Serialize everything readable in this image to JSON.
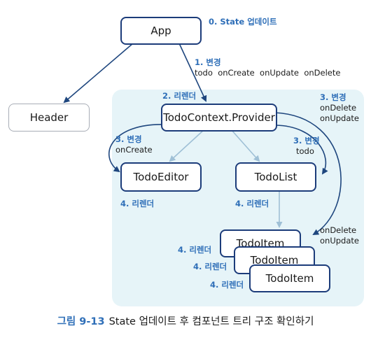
{
  "colors": {
    "border_main": "#1c3c7a",
    "border_soft": "#a8adb6",
    "arrow_dark": "#1e467e",
    "arrow_light": "#9fc0d6",
    "step_text": "#2f6fb8",
    "panel_bg": "#e6f4f8"
  },
  "nodes": {
    "app": "App",
    "header": "Header",
    "provider": "TodoContext.Provider",
    "editor": "TodoEditor",
    "list": "TodoList",
    "item1": "TodoItem",
    "item2": "TodoItem",
    "item3": "TodoItem"
  },
  "labels": {
    "state_update": "0. State 업데이트",
    "change1": "1. 변경",
    "change1_values": "todo  onCreate  onUpdate  onDelete",
    "rerender2": "2. 리렌더",
    "change3_right": "3. 변경",
    "change3_right_v1": "onDelete",
    "change3_right_v2": "onUpdate",
    "change3_left": "3. 변경",
    "change3_left_v1": "onCreate",
    "change3_mid": "3. 변경",
    "change3_mid_v1": "todo",
    "rerender4_editor": "4. 리렌더",
    "rerender4_list": "4. 리렌더",
    "item_ondelete": "onDelete",
    "item_onupdate": "onUpdate",
    "rerender4_item1": "4. 리렌더",
    "rerender4_item2": "4. 리렌더",
    "rerender4_item3": "4. 리렌더"
  },
  "caption": {
    "number": "그림 9-13",
    "text": "State 업데이트 후 컴포넌트 트리 구조 확인하기"
  }
}
